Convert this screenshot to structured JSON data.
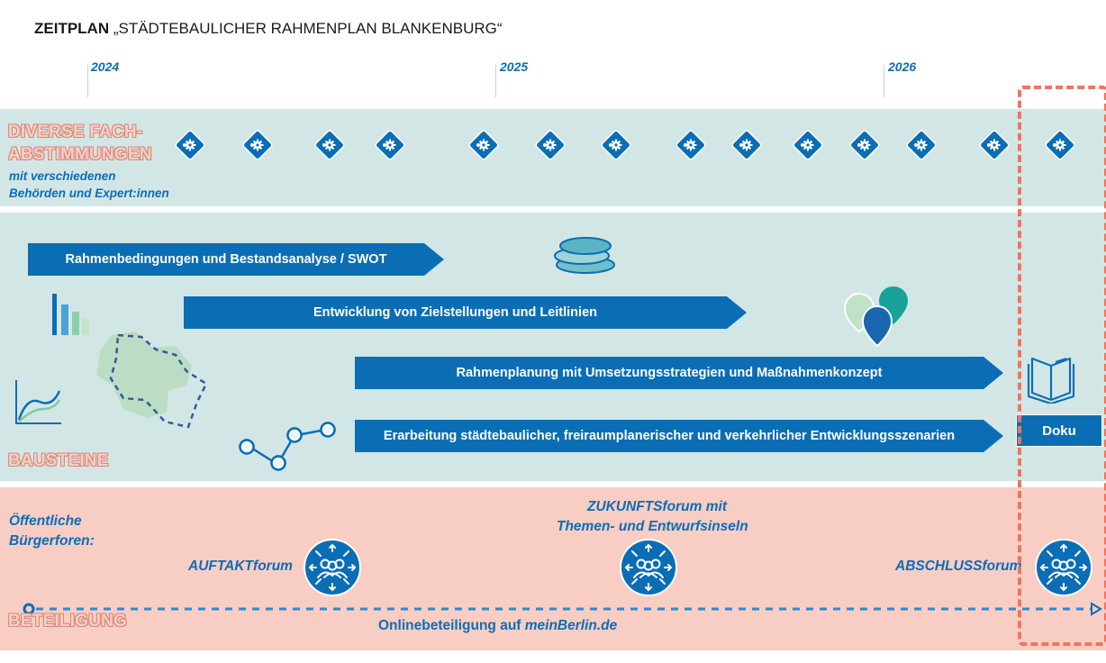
{
  "header": {
    "title_bold": "ZEITPLAN",
    "title_rest": " „STÄDTEBAULICHER RAHMENPLAN BLANKENBURG“"
  },
  "timeline": {
    "years": [
      "2024",
      "2025",
      "2026"
    ]
  },
  "fach": {
    "label_line1": "DIVERSE FACH-",
    "label_line2": "ABSTIMMUNGEN",
    "sub_line1": "mit verschiedenen",
    "sub_line2": "Behörden und Expert:innen",
    "icon": "gear-diamond-icon"
  },
  "bausteine": {
    "label": "BAUSTEINE",
    "arrows": [
      "Rahmenbedingungen und Bestandsanalyse / SWOT",
      "Entwicklung von Zielstellungen und Leitlinien",
      "Rahmenplanung mit Umsetzungsstrategien und Maßnahmenkonzept",
      "Erarbeitung städtebaulicher, freiraumplanerischer und verkehrlicher Entwicklungsszenarien"
    ],
    "doku_label": "Doku"
  },
  "beteiligung": {
    "label": "BETEILIGUNG",
    "public_line1": "Öffentliche",
    "public_line2": "Bürgerforen:",
    "forum_auftakt": "AUFTAKTforum",
    "forum_zukunft_line1": "ZUKUNFTSforum mit",
    "forum_zukunft_line2": "Themen- und Entwurfsinseln",
    "forum_abschluss": "ABSCHLUSSforum",
    "online_prefix": "Onlinebeteiligung auf ",
    "online_site": "meinBerlin.de"
  },
  "colors": {
    "accent_blue": "#0b6eb5",
    "band_teal": "#d3e6e6",
    "band_salmon": "#f8cdc4",
    "highlight_dashed": "#ef7560"
  }
}
